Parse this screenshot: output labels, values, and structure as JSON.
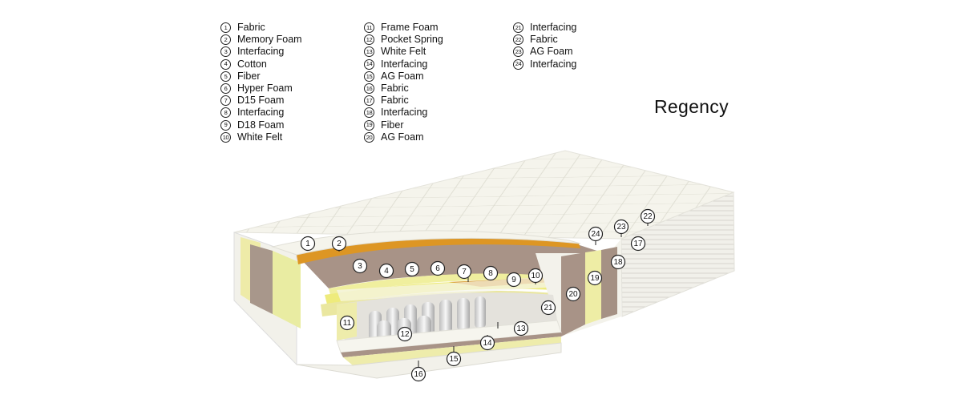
{
  "title": "Regency",
  "legend": {
    "col1": [
      {
        "num": "1",
        "label": "Fabric"
      },
      {
        "num": "2",
        "label": "Memory Foam"
      },
      {
        "num": "3",
        "label": "Interfacing"
      },
      {
        "num": "4",
        "label": "Cotton"
      },
      {
        "num": "5",
        "label": "Fiber"
      },
      {
        "num": "6",
        "label": "Hyper Foam"
      },
      {
        "num": "7",
        "label": "D15 Foam"
      },
      {
        "num": "8",
        "label": "Interfacing"
      },
      {
        "num": "9",
        "label": "D18 Foam"
      },
      {
        "num": "10",
        "label": "White Felt"
      }
    ],
    "col2": [
      {
        "num": "11",
        "label": "Frame Foam"
      },
      {
        "num": "12",
        "label": "Pocket Spring"
      },
      {
        "num": "13",
        "label": "White Felt"
      },
      {
        "num": "14",
        "label": "Interfacing"
      },
      {
        "num": "15",
        "label": "AG Foam"
      },
      {
        "num": "16",
        "label": "Fabric"
      },
      {
        "num": "17",
        "label": "Fabric"
      },
      {
        "num": "18",
        "label": "Interfacing"
      },
      {
        "num": "19",
        "label": "Fiber"
      },
      {
        "num": "20",
        "label": "AG Foam"
      }
    ],
    "col3": [
      {
        "num": "21",
        "label": "Interfacing"
      },
      {
        "num": "22",
        "label": "Fabric"
      },
      {
        "num": "23",
        "label": "AG Foam"
      },
      {
        "num": "24",
        "label": "Interfacing"
      }
    ]
  },
  "callouts": [
    "1",
    "2",
    "3",
    "4",
    "5",
    "6",
    "7",
    "8",
    "9",
    "10",
    "11",
    "12",
    "13",
    "14",
    "15",
    "16",
    "17",
    "18",
    "19",
    "20",
    "21",
    "22",
    "23",
    "24"
  ],
  "colors": {
    "fabric": "#f4f3ea",
    "memory_foam": "#e09a22",
    "interfacing": "#a79284",
    "fiber": "#ece9a8",
    "felt": "#f6f6ee"
  }
}
